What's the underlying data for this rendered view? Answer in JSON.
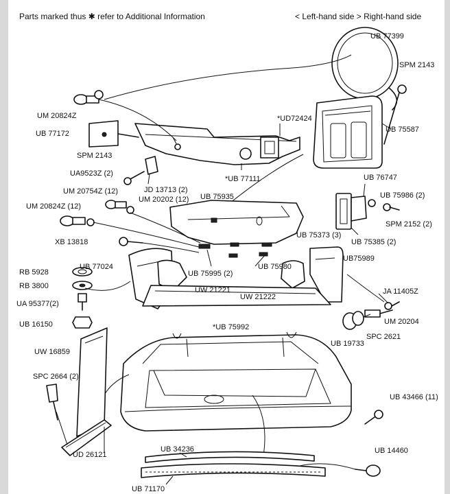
{
  "header": {
    "note": "Parts marked thus ✱ refer to Additional Information",
    "legend": "< Left-hand side  > Right-hand side"
  },
  "labels": {
    "ub77399": "UB 77399",
    "spm2143_top": "SPM 2143",
    "um20824z_top": "UM 20824Z",
    "ub77172": "UB 77172",
    "spm2143_left": "SPM 2143",
    "ud72424": "*UD72424",
    "ub75587": "UB 75587",
    "ua9523z": "UA9523Z (2)",
    "jd13713": "JD 13713 (2)",
    "ub77111": "*UB 77111",
    "ub76747": "UB 76747",
    "um20754z": "UM 20754Z (12)",
    "um20202": "UM 20202 (12)",
    "ub75935": "UB 75935",
    "ub75986": "UB 75986 (2)",
    "um20824z_12": "UM 20824Z (12)",
    "spm2152": "SPM 2152 (2)",
    "xb13818": "XB 13818",
    "ub75373": "UB 75373 (3)",
    "ub75385": "UB 75385 (2)",
    "rb5928": "RB 5928",
    "ub77024": "UB 77024",
    "ub75989": "UB75989",
    "rb3800": "RB 3800",
    "ub75995": "UB 75995 (2)",
    "ub75980": "UB 75980",
    "uw21221": "UW 21221",
    "uw21222": "UW 21222",
    "ua95377": "UA 95377(2)",
    "ja11405z": "JA 11405Z",
    "ub16150": "UB 16150",
    "um20204": "UM 20204",
    "ub75992": "*UB 75992",
    "spc2621": "SPC 2621",
    "ub19733": "UB 19733",
    "uw16859": "UW 16859",
    "spc2664": "SPC 2664 (2)",
    "ub43466": "UB 43466 (11)",
    "ud26121": "UD 26121",
    "ub34236": "UB 34236",
    "ub14460": "UB 14460",
    "ub71170": "UB 71170"
  }
}
